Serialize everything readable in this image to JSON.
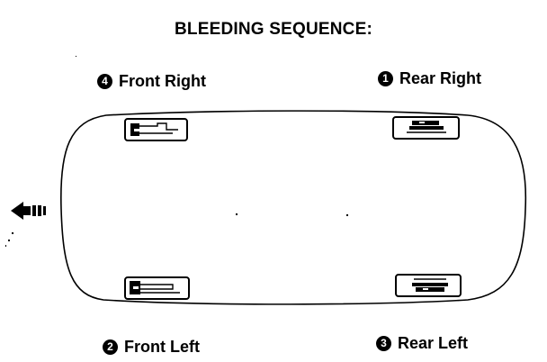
{
  "title": "BLEEDING SEQUENCE:",
  "wheels": {
    "rear_right": {
      "step": "1",
      "label": "Rear Right"
    },
    "front_left": {
      "step": "2",
      "label": "Front Left"
    },
    "rear_left": {
      "step": "3",
      "label": "Rear Left"
    },
    "front_right": {
      "step": "4",
      "label": "Front Right"
    }
  },
  "colors": {
    "ink": "#000000",
    "paper": "#ffffff"
  },
  "icons": {
    "direction_arrow": "arrow-left-icon",
    "brake_caliper": "brake-caliper-icon"
  }
}
